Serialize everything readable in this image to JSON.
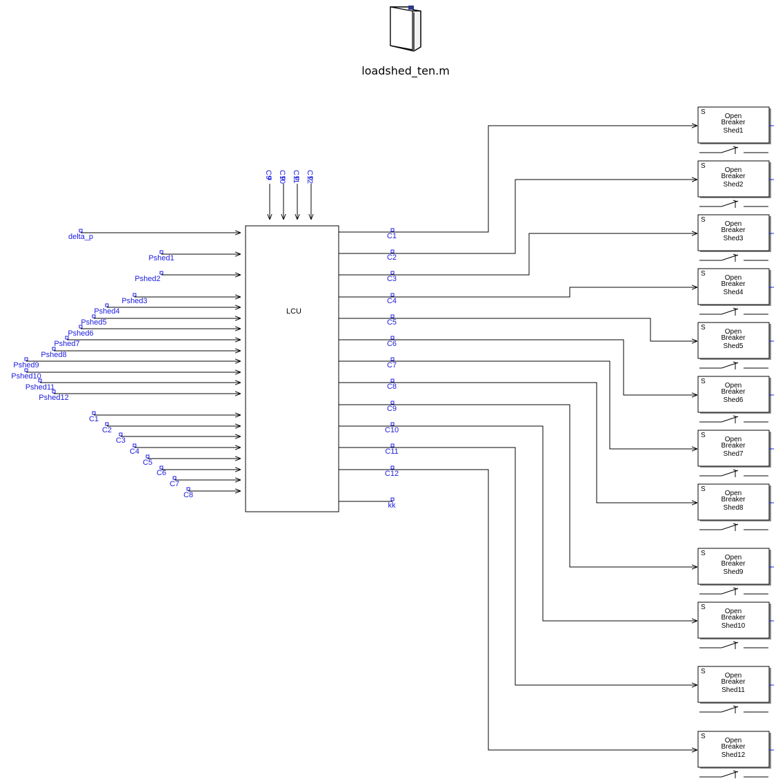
{
  "file_block": {
    "label": "loadshed_ten.m",
    "icon": "folder-icon"
  },
  "lcu": {
    "title": "LCU"
  },
  "top_inputs": [
    "C9",
    "C10",
    "C11",
    "C12"
  ],
  "left_inputs": [
    "delta_p",
    "Pshed1",
    "Pshed2",
    "Pshed3",
    "Pshed4",
    "Pshed5",
    "Pshed6",
    "Pshed7",
    "Pshed8",
    "Pshed9",
    "Pshed10",
    "Pshed11",
    "Pshed12",
    "C1",
    "C2",
    "C3",
    "C4",
    "C5",
    "C6",
    "C7",
    "C8"
  ],
  "outputs": [
    "C1",
    "C2",
    "C3",
    "C4",
    "C5",
    "C6",
    "C7",
    "C8",
    "C9",
    "C10",
    "C11",
    "C12",
    "kk"
  ],
  "breakers": [
    {
      "s": "S",
      "line1": "Open",
      "line2": "Breaker",
      "line3": "Shed1"
    },
    {
      "s": "S",
      "line1": "Open",
      "line2": "Breaker",
      "line3": "Shed2"
    },
    {
      "s": "S",
      "line1": "Open",
      "line2": "Breaker",
      "line3": "Shed3"
    },
    {
      "s": "S",
      "line1": "Open",
      "line2": "Breaker",
      "line3": "Shed4"
    },
    {
      "s": "S",
      "line1": "Open",
      "line2": "Breaker",
      "line3": "Shed5"
    },
    {
      "s": "S",
      "line1": "Open",
      "line2": "Breaker",
      "line3": "Shed6"
    },
    {
      "s": "S",
      "line1": "Open",
      "line2": "Breaker",
      "line3": "Shed7"
    },
    {
      "s": "S",
      "line1": "Open",
      "line2": "Breaker",
      "line3": "Shed8"
    },
    {
      "s": "S",
      "line1": "Open",
      "line2": "Breaker",
      "line3": "Shed9"
    },
    {
      "s": "S",
      "line1": "Open",
      "line2": "Breaker",
      "line3": "Shed10"
    },
    {
      "s": "S",
      "line1": "Open",
      "line2": "Breaker",
      "line3": "Shed11"
    },
    {
      "s": "S",
      "line1": "Open",
      "line2": "Breaker",
      "line3": "Shed12"
    }
  ],
  "colors": {
    "label": "#1a1ae0",
    "wire": "#000000",
    "block_shadow": "#8c8c8c"
  }
}
